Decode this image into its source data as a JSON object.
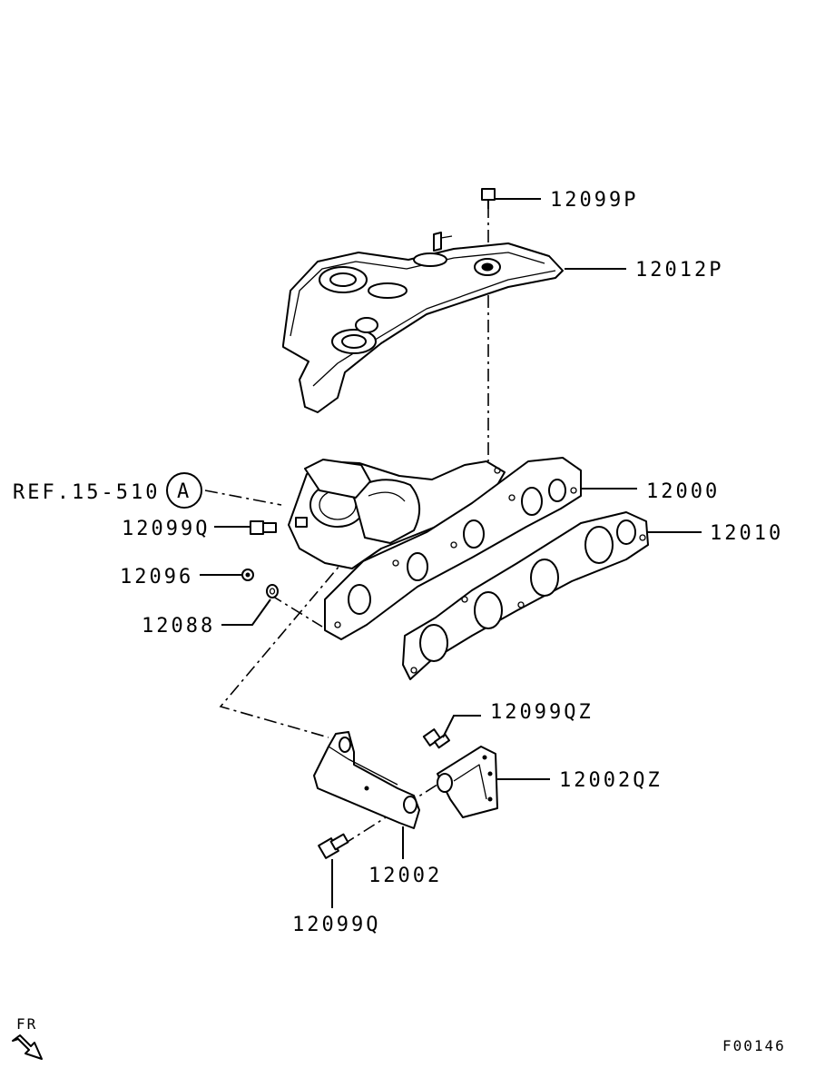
{
  "callouts": [
    {
      "id": "heat-cover-bolt",
      "label": "12099P"
    },
    {
      "id": "heat-protector",
      "label": "12012P"
    },
    {
      "id": "exhaust-manifold",
      "label": "12000"
    },
    {
      "id": "manifold-gasket",
      "label": "12010"
    },
    {
      "id": "stud-bolt",
      "label": "12099Q"
    },
    {
      "id": "nut",
      "label": "12096"
    },
    {
      "id": "washer",
      "label": "12088"
    },
    {
      "id": "stay-bolt",
      "label": "12099QZ"
    },
    {
      "id": "stay-bracket",
      "label": "12002QZ"
    },
    {
      "id": "manifold-stay",
      "label": "12002"
    },
    {
      "id": "stay-lower-bolt",
      "label": "12099Q"
    }
  ],
  "reference": {
    "text": "REF.15-510",
    "marker": "A"
  },
  "direction": {
    "text": "FR",
    "icon": "front-direction-arrow-icon"
  },
  "figure_code": "F00146"
}
